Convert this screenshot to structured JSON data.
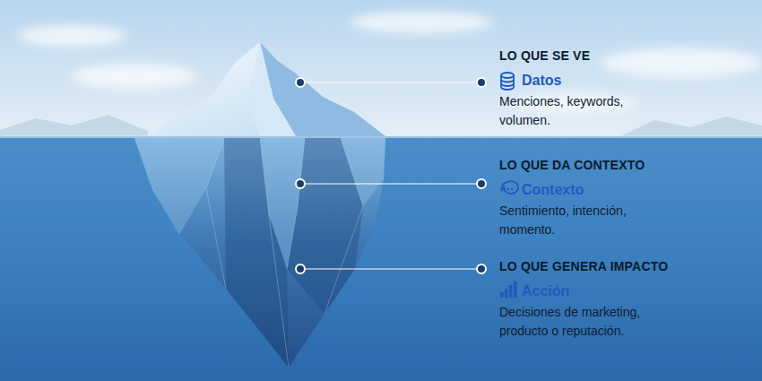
{
  "diagram": {
    "labels": [
      "LO QUE SE VE",
      "Datos",
      "Menciones, keywords, volumen.",
      "LO QUE DA CONTEXTO",
      "Contexto",
      "Sentimiento, intención, momento.",
      "LO QUE GENERA IMPACTO",
      "Acción",
      "Decisiones de marketing, producto o reputación."
    ]
  }
}
